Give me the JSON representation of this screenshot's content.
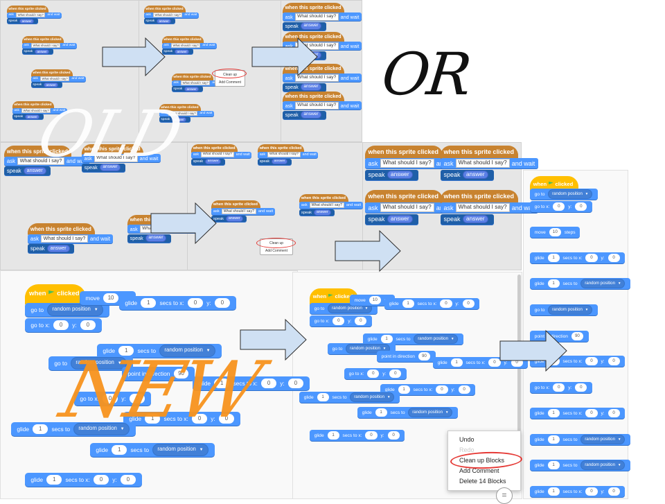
{
  "hat_label": "when this sprite clicked",
  "ask_prefix": "ask",
  "ask_value": "What should I say?",
  "ask_suffix": "and wait",
  "speak_label": "speak",
  "answer_label": "answer",
  "flag_hat_prefix": "when",
  "flag_hat_suffix": "clicked",
  "move_label": "move",
  "move_steps": "10",
  "steps_label": "steps",
  "steps_cut": "ste",
  "glide_label": "glide",
  "secs_to_x": "secs to x:",
  "secs_to": "secs to",
  "y_label": "y:",
  "goto_label": "go to",
  "goto_x": "go to x:",
  "random_position": "random position",
  "point_in_direction": "point in direction",
  "direction_value": "90",
  "one": "1",
  "zero": "0",
  "old_menu": {
    "clean_up": "Clean up",
    "add_comment": "Add Comment"
  },
  "context_menu": {
    "items": [
      "Undo",
      "Redo",
      "Clean up Blocks",
      "Add Comment",
      "Delete 14 Blocks"
    ]
  },
  "zoom_icon": "=",
  "labels": {
    "old": "OLD",
    "or": "OR",
    "new": "NEW"
  },
  "colors": {
    "event": "#c88330",
    "motion": "#4c97ff",
    "flag": "#4cbf56",
    "highlight": "#e53935",
    "orange_text": "#f7931e",
    "arrow_fill": "#cfe0f3"
  }
}
